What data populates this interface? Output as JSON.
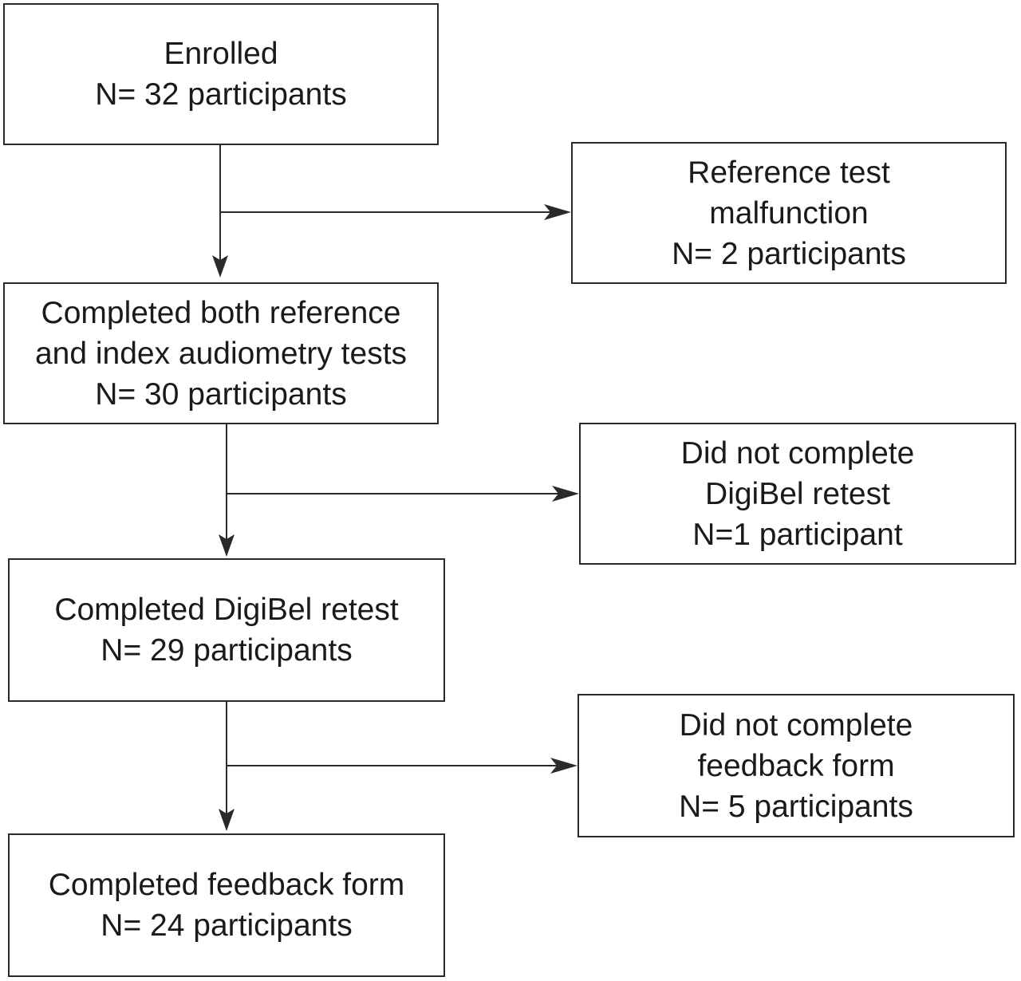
{
  "flowchart": {
    "main_steps": [
      {
        "lines": [
          "Enrolled",
          "N= 32 participants"
        ]
      },
      {
        "lines": [
          "Completed both reference",
          "and index audiometry tests",
          "N= 30 participants"
        ]
      },
      {
        "lines": [
          "Completed DigiBel retest",
          "N= 29 participants"
        ]
      },
      {
        "lines": [
          "Completed feedback form",
          "N= 24 participants"
        ]
      }
    ],
    "exclusions": [
      {
        "lines": [
          "Reference test",
          "malfunction",
          "N= 2 participants"
        ]
      },
      {
        "lines": [
          "Did not complete",
          "DigiBel retest",
          "N=1 participant"
        ]
      },
      {
        "lines": [
          "Did not complete",
          "feedback form",
          "N= 5 participants"
        ]
      }
    ],
    "line_color": "#2a2a2a"
  }
}
